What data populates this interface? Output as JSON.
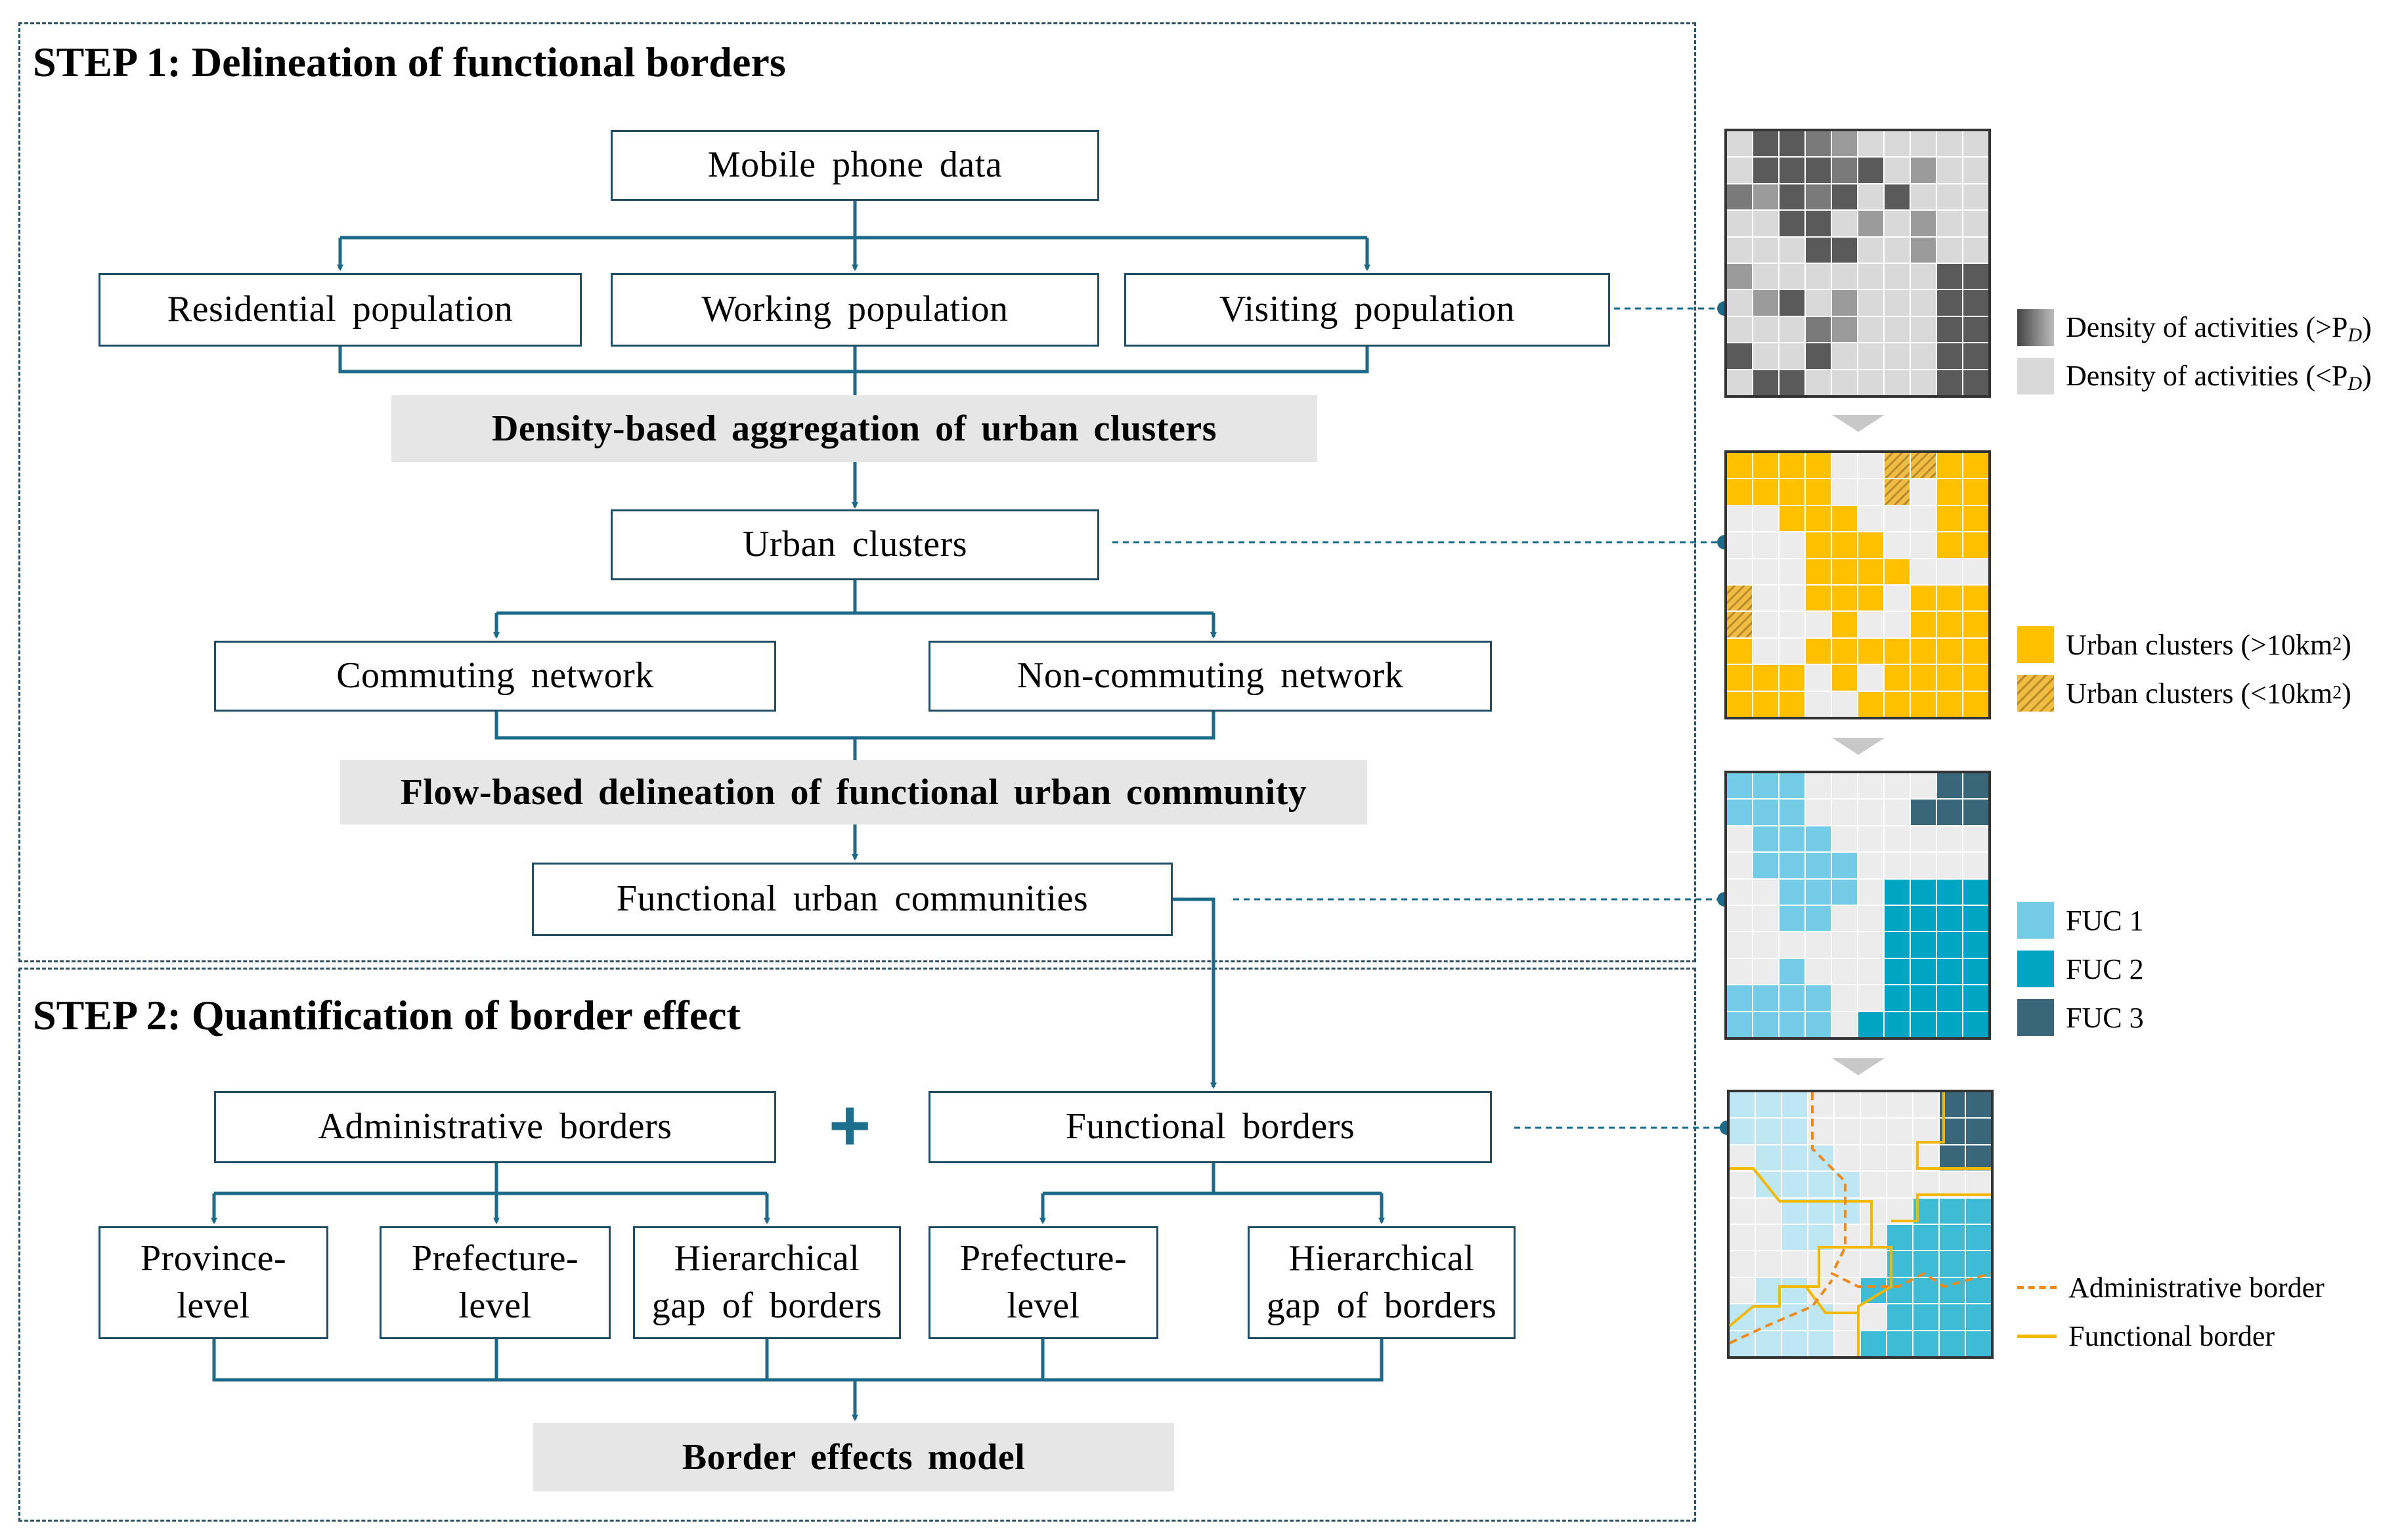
{
  "step1": {
    "title": "STEP 1: Delineation of functional borders"
  },
  "step2": {
    "title": "STEP 2: Quantification of border effect"
  },
  "boxes": {
    "mobile": "Mobile phone data",
    "residential": "Residential population",
    "working": "Working population",
    "visiting": "Visiting population",
    "urban_clusters": "Urban clusters",
    "commuting": "Commuting network",
    "noncommuting": "Non-commuting network",
    "fuc": "Functional urban communities",
    "admin": "Administrative borders",
    "functional": "Functional borders",
    "province": "Province-\nlevel",
    "prefecture_a": "Prefecture-\nlevel",
    "hier_a": "Hierarchical\ngap of borders",
    "prefecture_b": "Prefecture-\nlevel",
    "hier_b": "Hierarchical\ngap of borders"
  },
  "process": {
    "density": "Density-based aggregation of urban clusters",
    "flow": "Flow-based delineation of functional urban community",
    "model": "Border effects model"
  },
  "plus": "+",
  "legends": {
    "density_high": "Density of activities (>P",
    "density_high_sub": "D",
    "density_high_end": ")",
    "density_low": "Density of activities (<P",
    "density_low_sub": "D",
    "density_low_end": ")",
    "urban_large": "Urban clusters (>10km",
    "urban_large_sup": "2",
    "urban_large_end": ")",
    "urban_small": "Urban clusters (<10km",
    "urban_small_sup": "2",
    "urban_small_end": ")",
    "fuc1": "FUC 1",
    "fuc2": "FUC 2",
    "fuc3": "FUC 3",
    "admin_border": "Administrative border",
    "func_border": "Functional border"
  },
  "colors": {
    "line": "#1b6a8a",
    "box_border": "#1f4e66",
    "process_bg": "#e6e6e6",
    "dark1": "#5a5a5a",
    "dark2": "#7a7a7a",
    "dark3": "#9b9b9b",
    "light_cell": "#d9d9d9",
    "urban": "#ffc000",
    "urban_small": "#d9a93c",
    "empty": "#ececec",
    "fuc1": "#74cbe6",
    "fuc2": "#00a5c4",
    "fuc3": "#3a6679",
    "admin_border": "#ee8a1c",
    "func_border": "#f3b800"
  },
  "maps": {
    "density": [
      "LAAMBLLLLL",
      "LAAAMALBLL",
      "MBAMALALLL",
      "LLAALBLBLL",
      "LLLAALLBLL",
      "BLLLLLLLAA",
      "LBALBLLLAA",
      "LLLMBLLLAA",
      "ALLALLLLAA",
      "LAALLLLLAA"
    ],
    "urban": [
      "UUUUEESSUU",
      "UUUUEESEUU",
      "EEUUUEEEUU",
      "EEEUUUEEUU",
      "EEEUUUUEEE",
      "SEEUUUEUUU",
      "SEEEUEEUUU",
      "UEEUUUUUUU",
      "UUUEUEUUUU",
      "UUUEEUUUUU"
    ],
    "fuc": [
      "111EEEEE33",
      "111EEEE333",
      "E111EEEEEE",
      "E1111EEEEE",
      "EE111E2222",
      "EE11EE2222",
      "EEEEEE2222",
      "EE1EEE2222",
      "1111EE2222",
      "1111E22222"
    ],
    "borders": [
      "111EEEEE33",
      "111EEEEE33",
      "E111EEEE33",
      "E1111EEEEE",
      "EE111EE222",
      "EE11EE2222",
      "EEEEEE2222",
      "E11EE22222",
      "1111EE2222",
      "1111E22222"
    ]
  }
}
